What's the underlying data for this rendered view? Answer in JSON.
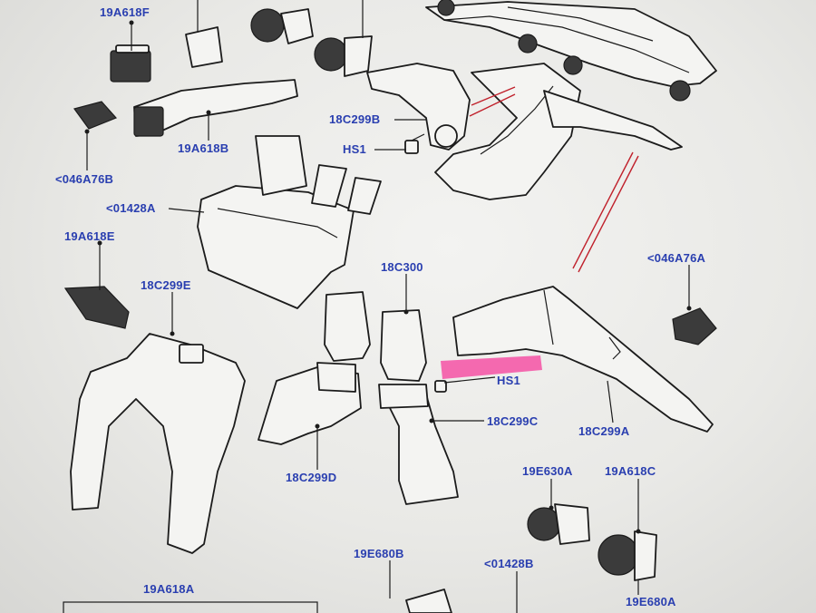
{
  "colors": {
    "label_blue": "#2a3fb0",
    "highlight_magenta": "#f45aa8",
    "callout_red": "#c0202b",
    "line_art": "#1b1b1b"
  },
  "labels": [
    {
      "id": "19a618f",
      "text": "19A618F"
    },
    {
      "id": "18c299b",
      "text": "18C299B"
    },
    {
      "id": "hs1-top",
      "text": "HS1"
    },
    {
      "id": "046a76b",
      "text": "<046A76B"
    },
    {
      "id": "19a618b",
      "text": "19A618B"
    },
    {
      "id": "01428a",
      "text": "<01428A"
    },
    {
      "id": "19a618e",
      "text": "19A618E"
    },
    {
      "id": "18c299e",
      "text": "18C299E"
    },
    {
      "id": "18c300",
      "text": "18C300"
    },
    {
      "id": "046a76a",
      "text": "<046A76A"
    },
    {
      "id": "hs1-mid",
      "text": "HS1"
    },
    {
      "id": "18c299c",
      "text": "18C299C"
    },
    {
      "id": "18c299a",
      "text": "18C299A"
    },
    {
      "id": "18c299d",
      "text": "18C299D"
    },
    {
      "id": "19e630a",
      "text": "19E630A"
    },
    {
      "id": "19a618c",
      "text": "19A618C"
    },
    {
      "id": "19e680b",
      "text": "19E680B"
    },
    {
      "id": "01428b",
      "text": "<01428B"
    },
    {
      "id": "19a618a",
      "text": "19A618A"
    },
    {
      "id": "19e680a",
      "text": "19E680A"
    }
  ]
}
